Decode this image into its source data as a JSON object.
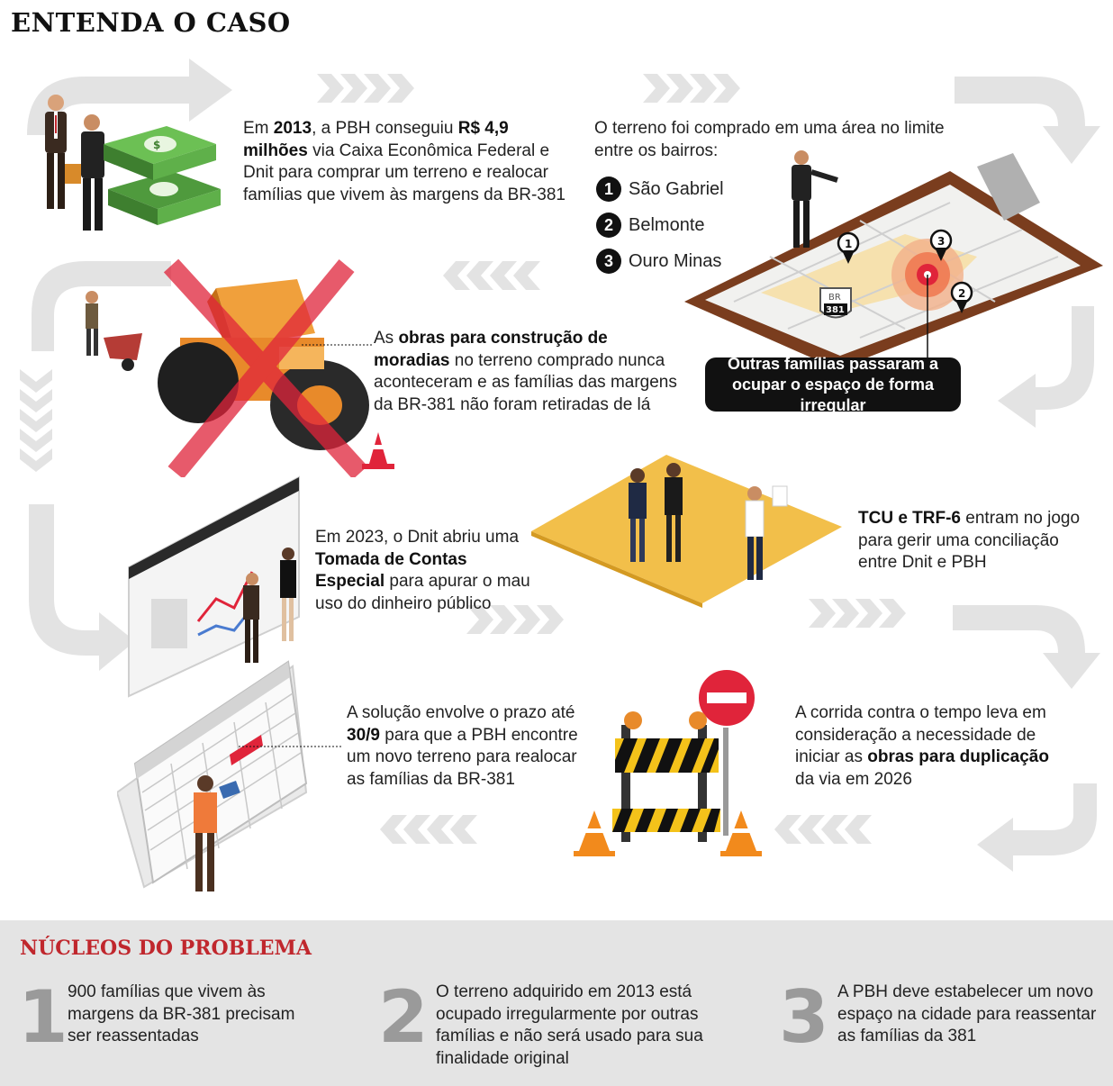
{
  "title": "ENTENDA O CASO",
  "steps": {
    "s1": {
      "pre": "Em ",
      "year": "2013",
      "mid": ", a PBH conseguiu ",
      "amount": "R$ 4,9 milhões",
      "post": " via Caixa Econômica Federal e Dnit para comprar um terreno e realocar famílias que vivem às margens da BR-381"
    },
    "s2": {
      "intro": "O terreno foi comprado em uma área no limite entre os bairros:",
      "bairros": [
        {
          "n": "1",
          "name": "São Gabriel"
        },
        {
          "n": "2",
          "name": "Belmonte"
        },
        {
          "n": "3",
          "name": "Ouro Minas"
        }
      ],
      "callout": "Outras famílias passaram a ocupar o espaço de forma irregular",
      "road_label": "BR",
      "road_number": "381",
      "pins": [
        "1",
        "3",
        "2"
      ]
    },
    "s3": {
      "pre": "As ",
      "bold": "obras para construção de moradias",
      "post": " no terreno comprado nunca aconteceram e as famílias das margens da BR-381 não foram retiradas de lá"
    },
    "s4": {
      "pre": "TCU e TRF-6",
      "post": " entram no jogo para gerir uma conciliação entre Dnit e PBH"
    },
    "s5": {
      "pre": "Em 2023, o Dnit abriu uma ",
      "bold": "Tomada de Contas Especial",
      "post": " para apurar o mau uso do dinheiro público"
    },
    "s6": {
      "pre": "A corrida contra o tempo leva em consideração a necessidade de iniciar as ",
      "bold": "obras para duplicação",
      "post": " da via em 2026"
    },
    "s7": {
      "pre": "A solução envolve o prazo até ",
      "bold": "30/9",
      "post": " para que a PBH encontre um novo terreno para realocar as famílias da BR-381"
    }
  },
  "problems": {
    "title": "NÚCLEOS DO PROBLEMA",
    "items": [
      {
        "num": "1",
        "text": "900 famílias que vivem às margens da BR-381 precisam ser reassentadas"
      },
      {
        "num": "2",
        "text": "O terreno adquirido em 2013 está ocupado irregularmente por outras famílias e não será usado para sua finalidade original"
      },
      {
        "num": "3",
        "text": "A PBH deve estabelecer um novo espaço na cidade para reassentar as famílias da 381"
      }
    ]
  },
  "colors": {
    "accent_red": "#c0272d",
    "arrow_gray": "#e1e1e1",
    "money_green": "#5fa64a",
    "roller_orange": "#e88a2a",
    "land_yellow": "#f2bf4a"
  }
}
